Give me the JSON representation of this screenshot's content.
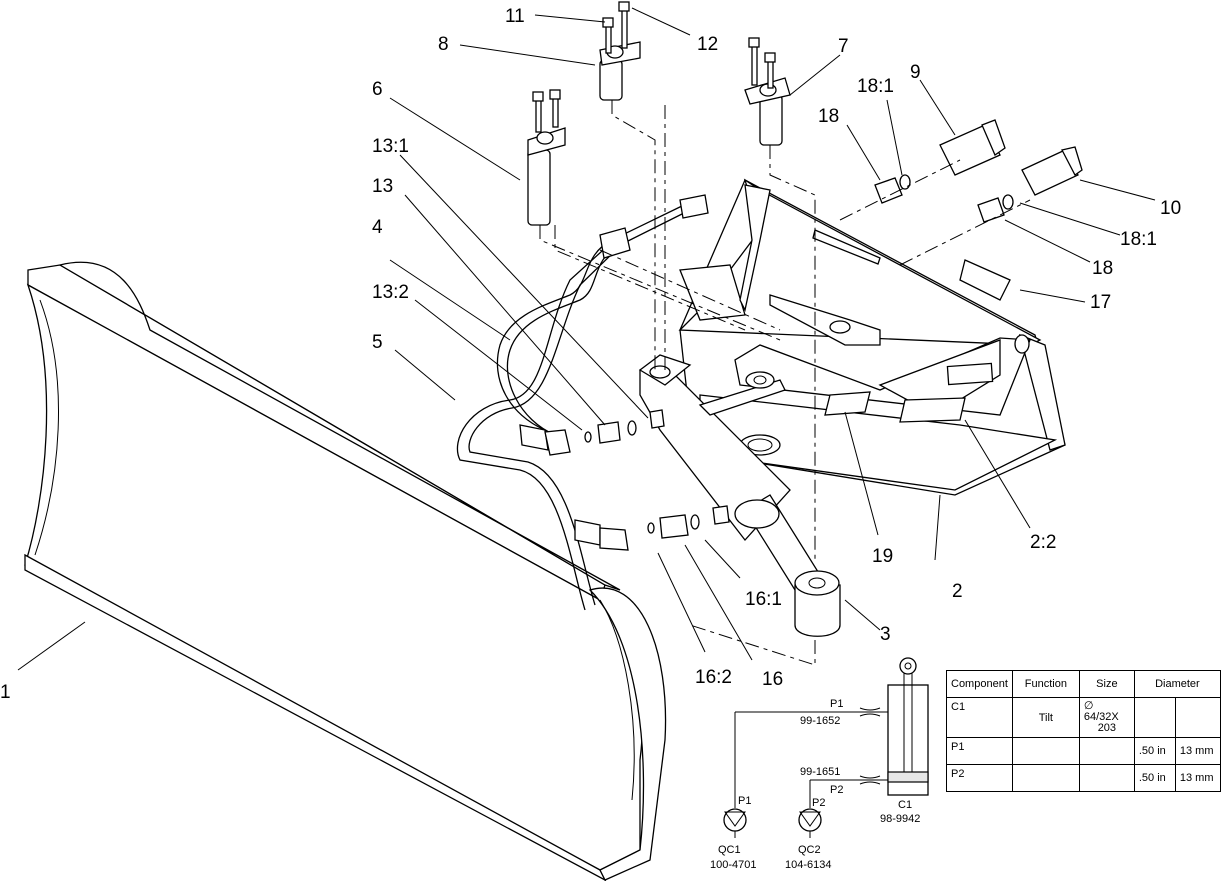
{
  "callouts": [
    "1",
    "2",
    "2:2",
    "3",
    "4",
    "5",
    "6",
    "7",
    "8",
    "9",
    "10",
    "11",
    "12",
    "13",
    "13:1",
    "13:2",
    "16",
    "16:1",
    "16:2",
    "17",
    "18",
    "18:1",
    "19"
  ],
  "schematic": {
    "p1_label": "P1",
    "p1_part": "99-1652",
    "p2_label": "P2",
    "p2_part": "99-1651",
    "c1_label": "C1",
    "c1_part": "98-9942",
    "qc1_port": "P1",
    "qc1_label": "QC1",
    "qc1_part": "100-4701",
    "qc2_port": "P2",
    "qc2_label": "QC2",
    "qc2_part": "104-6134"
  },
  "table": {
    "headers": [
      "Component",
      "Function",
      "Size",
      "Diameter"
    ],
    "rows": [
      {
        "component": "C1",
        "function": "Tilt",
        "size": "∅ 64/32X",
        "size2": "203",
        "dia_in": "",
        "dia_mm": ""
      },
      {
        "component": "P1",
        "function": "",
        "size": "",
        "size2": "",
        "dia_in": ".50 in",
        "dia_mm": "13 mm"
      },
      {
        "component": "P2",
        "function": "",
        "size": "",
        "size2": "",
        "dia_in": ".50 in",
        "dia_mm": "13 mm"
      }
    ]
  }
}
